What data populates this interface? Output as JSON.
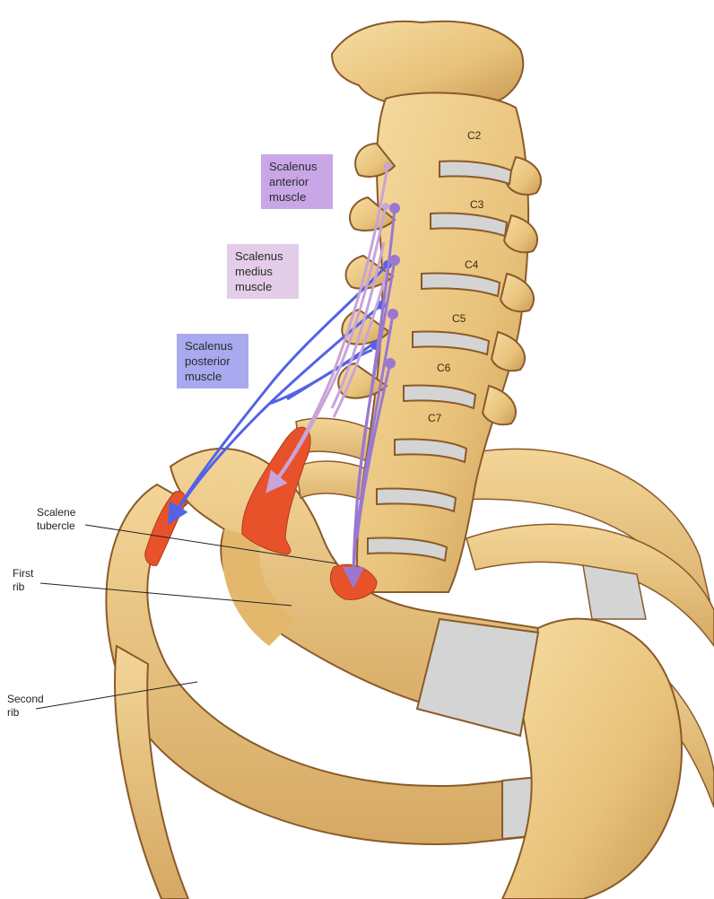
{
  "labels": {
    "anterior": "Scalenus\nanterior\nmuscle",
    "medius": "Scalenus\nmedius\nmuscle",
    "posterior": "Scalenus\nposterior\nmuscle",
    "scalene_tubercle": "Scalene\ntubercle",
    "first_rib": "First\nrib",
    "second_rib": "Second\nrib"
  },
  "vertebrae": [
    "C2",
    "C3",
    "C4",
    "C5",
    "C6",
    "C7"
  ],
  "colors": {
    "bone": "#ecc67f",
    "bone_outline": "#8a5a2a",
    "cartilage": "#d4d4d4",
    "attachment": "#e8522a",
    "anterior": "#9a78d0",
    "anterior_box": "#c9a7e6",
    "medius": "#c8a4d8",
    "medius_box": "#e3cde8",
    "posterior": "#5462e6",
    "posterior_box": "#a9a9ef"
  }
}
